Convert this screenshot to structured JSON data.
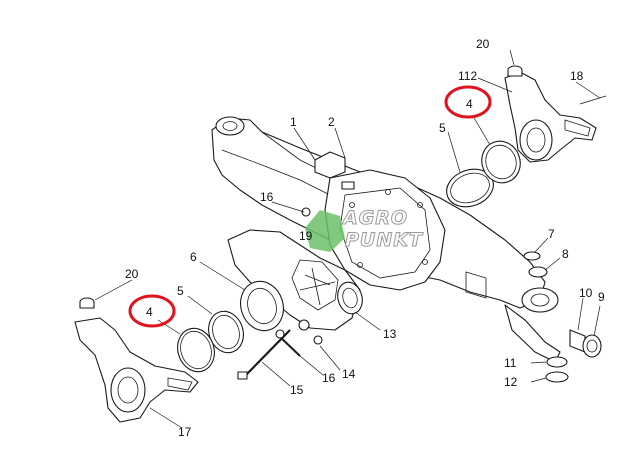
{
  "diagram": {
    "part_labels": {
      "p1": "1",
      "p2": "2",
      "p4_right": "4",
      "p5_right": "5",
      "p6": "6",
      "p4_left": "4",
      "p5_left": "5",
      "p7": "7",
      "p8": "8",
      "p9": "9",
      "p10": "10",
      "p11": "11",
      "p12": "12",
      "p13": "13",
      "p14": "14",
      "p15": "15",
      "p16_top": "16",
      "p16_bottom": "16",
      "p17": "17",
      "p18": "18",
      "p19": "19",
      "p20_right": "20",
      "p20_left": "20",
      "p112": "112"
    },
    "highlight_color": "#e0141e",
    "watermark": {
      "line1": "AGRO",
      "line2": "PUNKT",
      "logo_color": "#6cbf6a"
    }
  }
}
